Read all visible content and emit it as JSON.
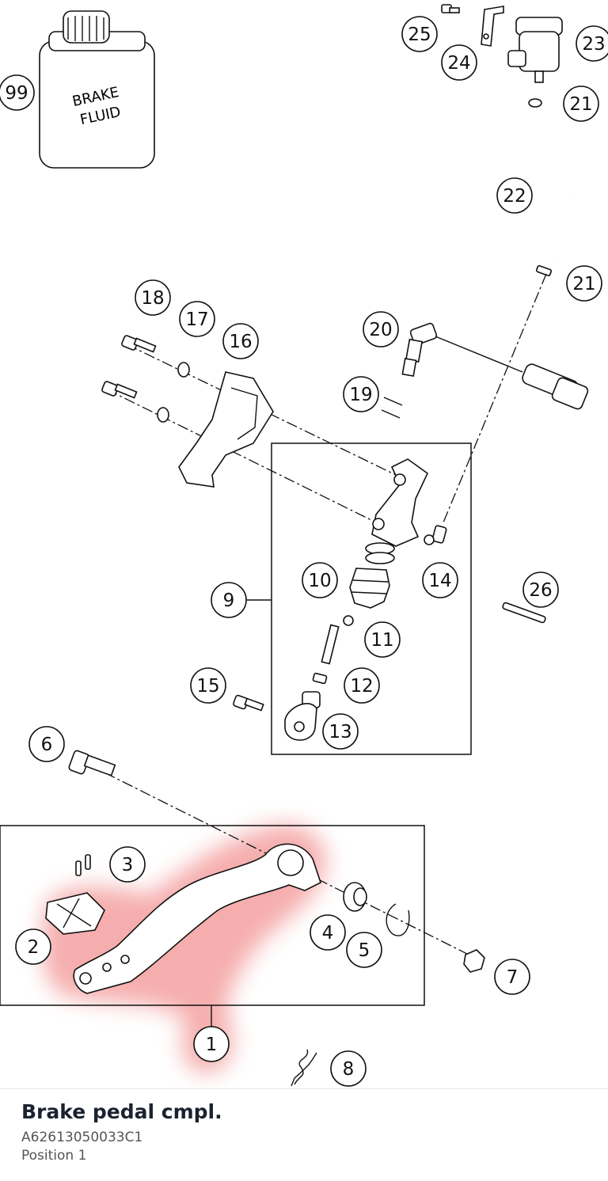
{
  "diagram": {
    "bottle_label_line1": "BRAKE",
    "bottle_label_line2": "FLUID",
    "highlight_color": "#f28b8b",
    "callouts": {
      "c99": "99",
      "c25": "25",
      "c24": "24",
      "c23": "23",
      "c21a": "21",
      "c22": "22",
      "c21b": "21",
      "c18": "18",
      "c17": "17",
      "c16": "16",
      "c20": "20",
      "c19": "19",
      "c10": "10",
      "c14": "14",
      "c9": "9",
      "c26": "26",
      "c11": "11",
      "c15": "15",
      "c12": "12",
      "c13": "13",
      "c6": "6",
      "c3": "3",
      "c2": "2",
      "c4": "4",
      "c5": "5",
      "c7": "7",
      "c1": "1",
      "c8": "8"
    }
  },
  "footer": {
    "title": "Brake pedal cmpl.",
    "part_number": "A62613050033C1",
    "position": "Position 1"
  }
}
